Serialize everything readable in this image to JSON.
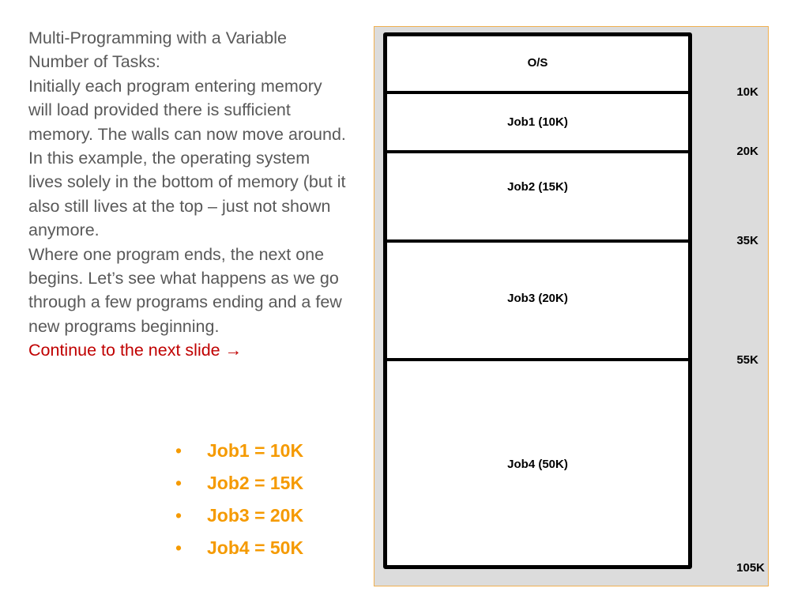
{
  "description": {
    "lines": [
      "Multi-Programming with a Variable Number of Tasks:",
      "Initially each program entering memory will load provided there is sufficient memory.  The walls can now move around.",
      "In this example, the operating system lives solely in the bottom of memory (but it also still lives at the top – just not shown anymore.",
      "Where one program ends, the next one begins. Let’s see what happens as we go through a few programs ending and a few new programs beginning."
    ],
    "next_link": "Continue to the next slide →"
  },
  "job_list": {
    "bullet": "•",
    "items": [
      "Job1 = 10K",
      "Job2 = 15K",
      "Job3 = 20K",
      "Job4 = 50K"
    ]
  },
  "memory_diagram": {
    "segments": [
      {
        "label": "O/S"
      },
      {
        "label": "Job1 (10K)"
      },
      {
        "label": "Job2 (15K)"
      },
      {
        "label": "Job3 (20K)"
      },
      {
        "label": "Job4 (50K)"
      }
    ],
    "addresses": [
      "10K",
      "20K",
      "35K",
      "55K",
      "105K"
    ]
  },
  "colors": {
    "body_text": "#595959",
    "link": "#c00000",
    "list": "#f59a00",
    "panel_bg": "#dcdcdc",
    "panel_border": "#f0b050"
  }
}
